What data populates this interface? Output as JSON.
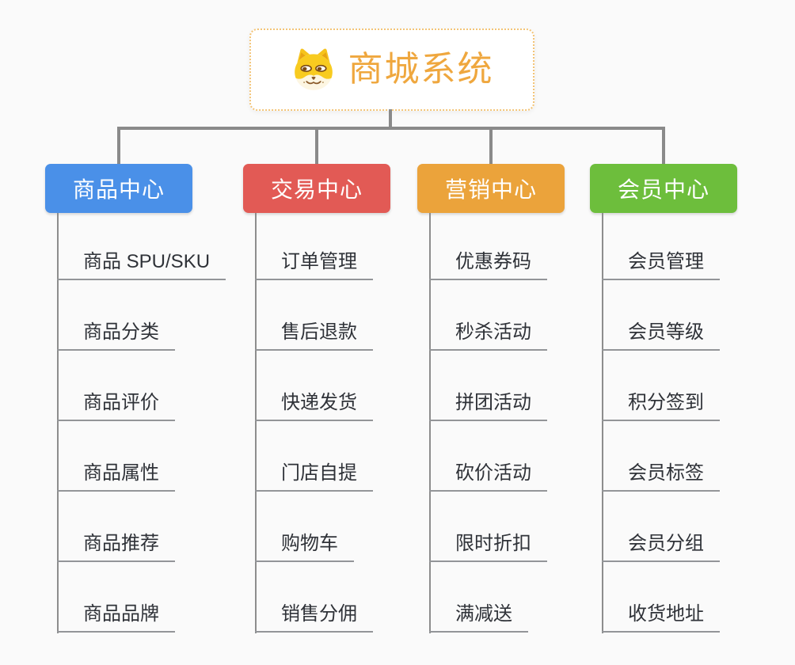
{
  "root": {
    "title": "商城系统",
    "icon": "shiba-dog-icon",
    "title_color": "#EFA73E",
    "border_color": "#F3C477"
  },
  "branches": [
    {
      "label": "商品中心",
      "color": "#4A90E8",
      "children": [
        "商品 SPU/SKU",
        "商品分类",
        "商品评价",
        "商品属性",
        "商品推荐",
        "商品品牌"
      ]
    },
    {
      "label": "交易中心",
      "color": "#E25A55",
      "children": [
        "订单管理",
        "售后退款",
        "快递发货",
        "门店自提",
        "购物车",
        "销售分佣"
      ]
    },
    {
      "label": "营销中心",
      "color": "#EBA33B",
      "children": [
        "优惠券码",
        "秒杀活动",
        "拼团活动",
        "砍价活动",
        "限时折扣",
        "满减送"
      ]
    },
    {
      "label": "会员中心",
      "color": "#6DBE3C",
      "children": [
        "会员管理",
        "会员等级",
        "积分签到",
        "会员标签",
        "会员分组",
        "收货地址"
      ]
    }
  ],
  "connector_color": "#8A8A8A",
  "background_color": "#FAFAFA"
}
